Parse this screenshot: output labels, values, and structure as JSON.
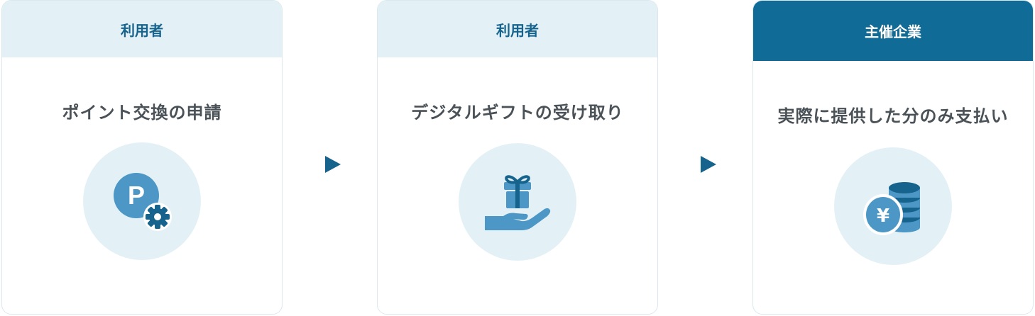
{
  "steps": [
    {
      "actor": "利用者",
      "title": "ポイント交換の申請",
      "icon": "point-exchange-icon"
    },
    {
      "actor": "利用者",
      "title": "デジタルギフトの受け取り",
      "icon": "gift-hand-icon"
    },
    {
      "actor": "主催企業",
      "title": "実際に提供した分のみ支払い",
      "icon": "yen-coins-icon"
    }
  ],
  "colors": {
    "primary": "#16638d",
    "light": "#e3f1f7",
    "icon": "#4c97c6",
    "text": "#4a5258"
  }
}
